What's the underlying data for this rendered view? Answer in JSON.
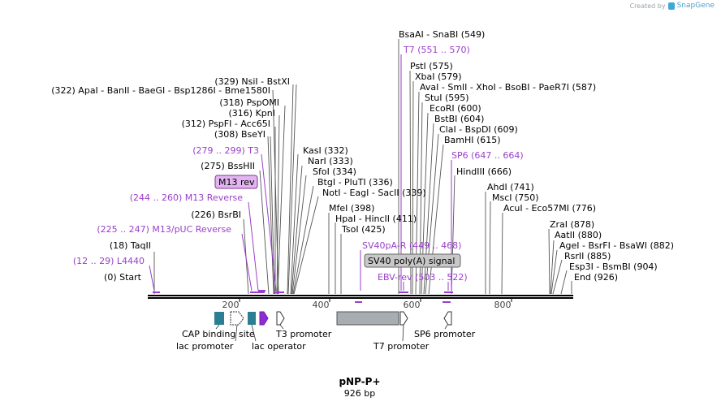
{
  "credit": {
    "created_by": "Created by",
    "brand": "SnapGene"
  },
  "title": {
    "name": "pNP-P+",
    "size": "926 bp"
  },
  "colors": {
    "backbone": "#000000",
    "primer": "#9a3fc9",
    "feature_teal": "#2c7f93",
    "feature_gray": "#a8adb2",
    "feature_purple": "#8e2bd6",
    "callout_pink": "#e2b4f0",
    "callout_gray": "#c8c8c8"
  },
  "ruler": {
    "ticks": [
      "200",
      "400",
      "600",
      "800"
    ]
  },
  "enzymes_left": [
    {
      "text": "(322)  ApaI  - BanII  - BaeGI  - Bsp1286I  - Bme1580I"
    },
    {
      "text": "(329)  NsiI  - BstXI"
    },
    {
      "text": "(318)  PspOMI"
    },
    {
      "text": "(316)  KpnI"
    },
    {
      "text": "(312)  PspFI  - Acc65I"
    },
    {
      "text": "(308)  BseYI"
    },
    {
      "text": "(275)  BssHII"
    },
    {
      "text": "(226)  BsrBI"
    },
    {
      "text": "(18)  TaqII"
    },
    {
      "text": "(0)  Start"
    }
  ],
  "enzymes_mid": [
    {
      "text": "KasI  (332)"
    },
    {
      "text": "NarI  (333)"
    },
    {
      "text": "SfoI  (334)"
    },
    {
      "text": "BtgI  - PluTI  (336)"
    },
    {
      "text": "NotI  - EagI  - SacII  (339)"
    },
    {
      "text": "MfeI  (398)"
    },
    {
      "text": "HpaI  - HincII  (411)"
    },
    {
      "text": "TsoI  (425)"
    }
  ],
  "enzymes_right": [
    {
      "text": "BsaAI  - SnaBI  (549)"
    },
    {
      "text": "PstI  (575)"
    },
    {
      "text": "XbaI  (579)"
    },
    {
      "text": "AvaI  - SmlI  - XhoI  - BsoBI  - PaeR7I  (587)"
    },
    {
      "text": "StuI  (595)"
    },
    {
      "text": "EcoRI  (600)"
    },
    {
      "text": "BstBI  (604)"
    },
    {
      "text": "ClaI  - BspDI  (609)"
    },
    {
      "text": "BamHI  (615)"
    },
    {
      "text": "HindIII  (666)"
    },
    {
      "text": "AhdI  (741)"
    },
    {
      "text": "MscI  (750)"
    },
    {
      "text": "AcuI  - Eco57MI  (776)"
    },
    {
      "text": "ZraI  (878)"
    },
    {
      "text": "AatII  (880)"
    },
    {
      "text": "AgeI  - BsrFI  - BsaWI  (882)"
    },
    {
      "text": "RsrII  (885)"
    },
    {
      "text": "Esp3I  - BsmBI  (904)"
    },
    {
      "text": "End  (926)"
    }
  ],
  "primers": [
    {
      "text": "(279 .. 299)  T3"
    },
    {
      "text": "(244 .. 260)  M13 Reverse"
    },
    {
      "text": "(225 .. 247)  M13/pUC Reverse"
    },
    {
      "text": "(12 .. 29)  L4440"
    },
    {
      "text": "T7  (551 .. 570)"
    },
    {
      "text": "SP6  (647 .. 664)"
    },
    {
      "text": "SV40pA-R  (449 .. 468)"
    },
    {
      "text": "EBV-rev  (503 .. 522)"
    }
  ],
  "callouts": {
    "m13rev": "M13 rev",
    "sv40": "SV40 poly(A) signal"
  },
  "features": {
    "cap_binding_site": "CAP binding site",
    "lac_promoter": "lac promoter",
    "lac_operator": "lac operator",
    "t3_promoter": "T3 promoter",
    "t7_promoter": "T7 promoter",
    "sp6_promoter": "SP6 promoter"
  }
}
